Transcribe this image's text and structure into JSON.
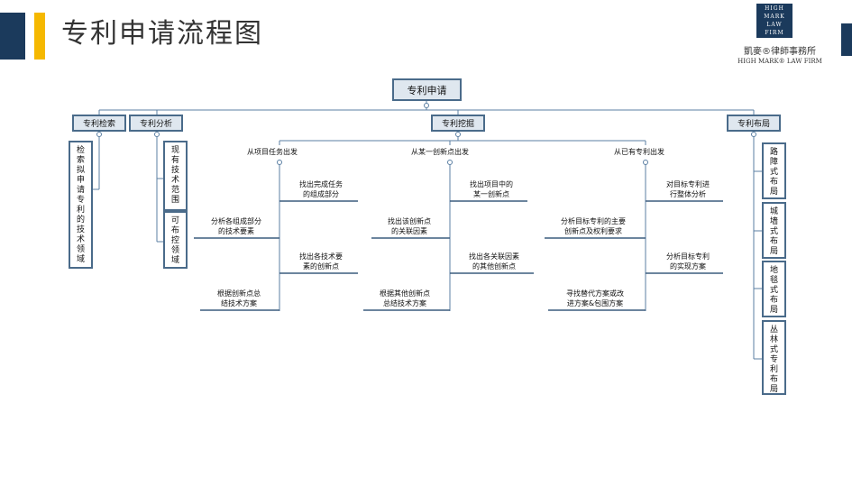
{
  "page": {
    "title": "专利申请流程图"
  },
  "branding": {
    "logo_lines": [
      "HIGH",
      "MARK",
      "LAW",
      "FIRM"
    ],
    "firm_name_cn": "凱麥®律師事務所",
    "firm_name_en": "HIGH MARK® LAW FIRM"
  },
  "colors": {
    "accent_navy": "#1b3a5c",
    "accent_yellow": "#f5b800",
    "node_fill": "#dfe7ef",
    "node_border": "#4a6b8a",
    "connector": "#5b7fa3"
  },
  "diagram": {
    "root": "专利申请",
    "search": {
      "label": "专利检索",
      "child": "检索拟申请专利的技术领域"
    },
    "analysis": {
      "label": "专利分析",
      "children": [
        "现有技术范围",
        "可布控领域"
      ]
    },
    "mining": {
      "label": "专利挖掘",
      "sources": [
        {
          "label": "从项目任务出发",
          "left_items": [
            "分析各组成部分\n的技术要素",
            "根据创新点总\n结技术方案"
          ],
          "right_items": [
            "找出完成任务\n的组成部分",
            "找出各技术要\n素的创新点"
          ]
        },
        {
          "label": "从某一创新点出发",
          "left_items": [
            "找出该创新点\n的关联因素",
            "根据其他创新点\n总结技术方案"
          ],
          "right_items": [
            "找出项目中的\n某一创新点",
            "找出各关联因素\n的其他创新点"
          ]
        },
        {
          "label": "从已有专利出发",
          "left_items": [
            "分析目标专利的主要\n创新点及权利要求",
            "寻找替代方案或改\n进方案&包围方案"
          ],
          "right_items": [
            "对目标专利进\n行整体分析",
            "分析目标专利\n的实现方案"
          ]
        }
      ]
    },
    "layout": {
      "label": "专利布局",
      "children": [
        "路障式布局",
        "城墙式布局",
        "地毯式布局",
        "丛林式专利布局"
      ]
    }
  }
}
